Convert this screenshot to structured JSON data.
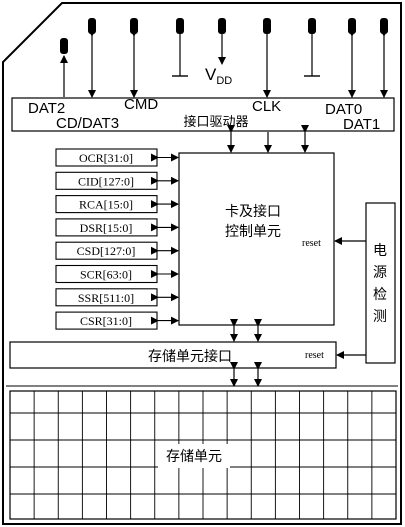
{
  "pins": {
    "dat2": "DAT2",
    "cd_dat3": "CD/DAT3",
    "cmd": "CMD",
    "vdd_main": "V",
    "vdd_sub": "DD",
    "clk": "CLK",
    "dat0": "DAT0",
    "dat1": "DAT1"
  },
  "interface_driver": {
    "label": "接口驱动器"
  },
  "registers": [
    {
      "label": "OCR[31:0]"
    },
    {
      "label": "CID[127:0]"
    },
    {
      "label": "RCA[15:0]"
    },
    {
      "label": "DSR[15:0]"
    },
    {
      "label": "CSD[127:0]"
    },
    {
      "label": "SCR[63:0]"
    },
    {
      "label": "SSR[511:0]"
    },
    {
      "label": "CSR[31:0]"
    }
  ],
  "control_unit": {
    "line1": "卡及接口",
    "line2": "控制单元",
    "reset_label": "reset"
  },
  "power_detect": {
    "chars": [
      "电",
      "源",
      "检",
      "测"
    ]
  },
  "storage_interface": {
    "label": "存储单元接口",
    "reset_label": "reset"
  },
  "storage_unit": {
    "label": "存储单元"
  }
}
